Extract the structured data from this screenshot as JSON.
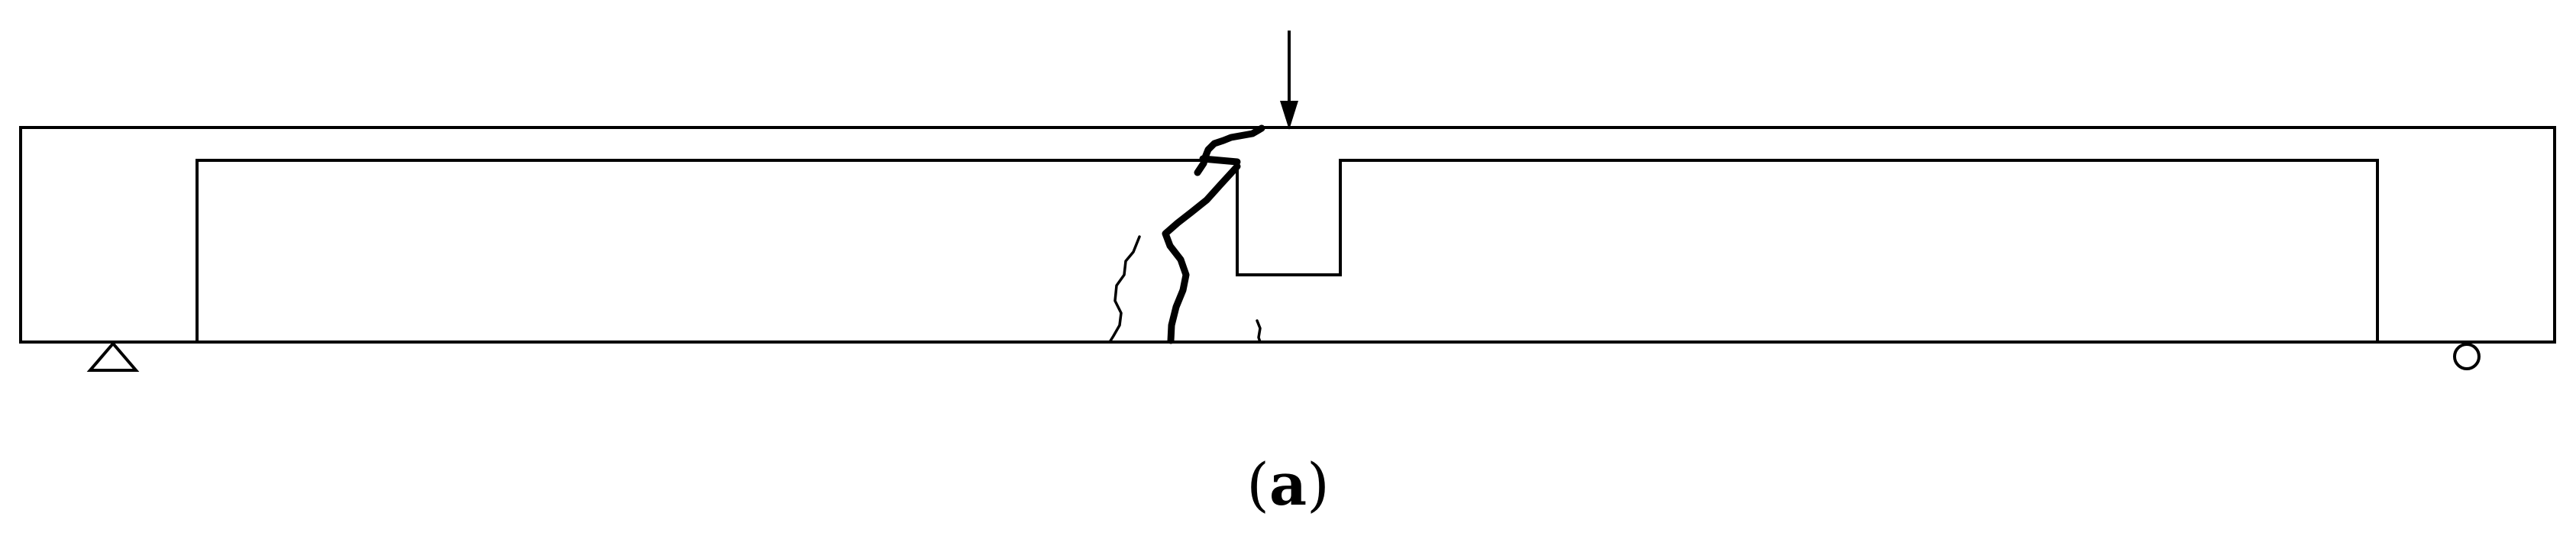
{
  "figure": {
    "caption": {
      "open_paren": "(",
      "label": "a",
      "close_paren": ")"
    },
    "elements": {
      "beam": "hollow-beam-with-notch",
      "load": "downward-arrow-icon",
      "left_support": "pin-support-triangle-icon",
      "right_support": "roller-support-circle-icon",
      "cracks": [
        "main-crack",
        "secondary-crack",
        "hairline-crack"
      ]
    },
    "colors": {
      "line": "#000000",
      "background": "#ffffff"
    }
  }
}
